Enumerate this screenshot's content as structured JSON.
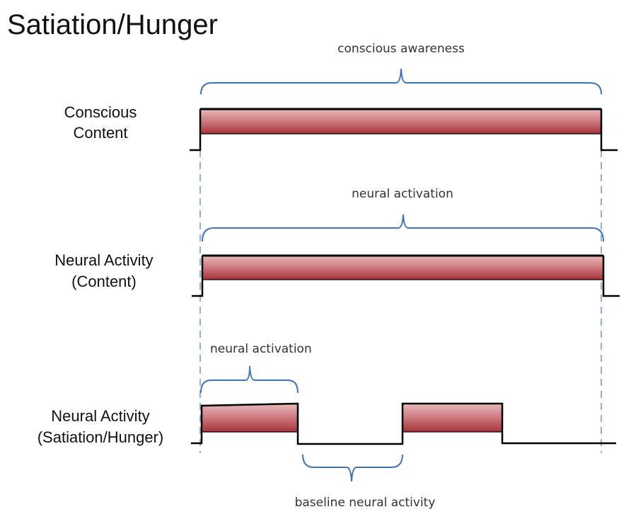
{
  "title": "Satiation/Hunger",
  "rows": [
    {
      "label_line1": "Conscious",
      "label_line2": "Content"
    },
    {
      "label_line1": "Neural Activity",
      "label_line2": "(Content)"
    },
    {
      "label_line1": "Neural Activity",
      "label_line2": "(Satiation/Hunger)"
    }
  ],
  "annotations": {
    "conscious_awareness": "conscious awareness",
    "neural_activation_content": "neural activation",
    "neural_activation_satiation": "neural activation",
    "baseline": "baseline neural activity"
  },
  "colors": {
    "bar_fill_light": "#e3a8a8",
    "bar_fill_dark": "#a8323a",
    "brace": "#3d72c0",
    "guide": "#8fb1dc",
    "signal": "#000000"
  }
}
